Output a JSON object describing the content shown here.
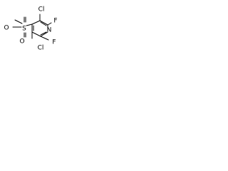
{
  "molecule": {
    "atoms": {
      "cl_top": "Cl",
      "f_top": "F",
      "n_ring": "N",
      "f_bottom": "F",
      "cl_bottom": "Cl",
      "s_center": "S",
      "o_left": "O",
      "o_right": "O"
    },
    "colors": {
      "bond": "#000000",
      "label": "#000000",
      "background": "#ffffff"
    }
  }
}
